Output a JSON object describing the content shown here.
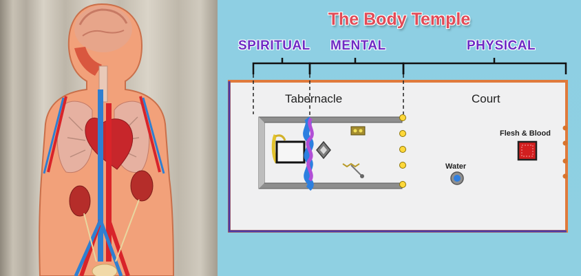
{
  "title": "The Body Temple",
  "sections": {
    "spiritual": "SPIRITUAL",
    "mental": "MENTAL",
    "physical": "PHYSICAL"
  },
  "areas": {
    "tabernacle": "Tabernacle",
    "court": "Court"
  },
  "items": {
    "water": "Water",
    "flesh_blood": "Flesh & Blood"
  },
  "colors": {
    "title": "#e24b57",
    "section_labels": "#6e2cc4",
    "background": "#8fd0e2",
    "court_border": "#e07a3c",
    "inner_border": "#4a3aa8"
  },
  "figure": {
    "description_icon": "human-anatomy-model"
  }
}
